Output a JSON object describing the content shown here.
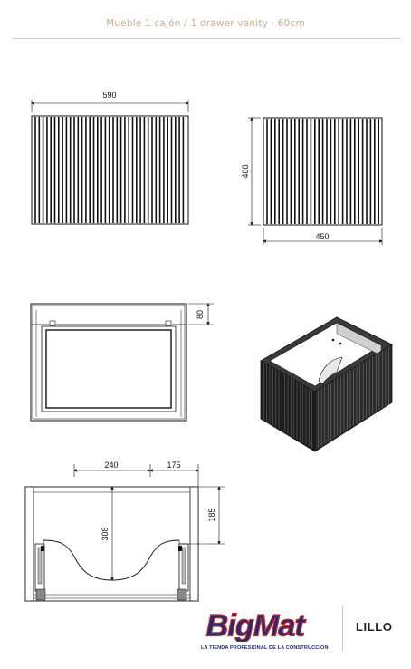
{
  "header": {
    "title": "Mueble 1 cajón / 1 drawer vanity · 60cm"
  },
  "dimensions": {
    "front_width": "590",
    "side_height": "400",
    "side_depth": "450",
    "drawer_front_height": "80",
    "sink_offset_left": "240",
    "sink_offset_right": "175",
    "sink_cut_depth": "308",
    "siphon_height": "185"
  },
  "logo": {
    "brand": "BigMat",
    "tagline": "LA TIENDA PROFESIONAL DE LA CONSTRUCCIÓN",
    "colors": {
      "primary": "#1f2f6e",
      "accent": "#d4202a"
    }
  },
  "product": {
    "name": "LILLO"
  }
}
